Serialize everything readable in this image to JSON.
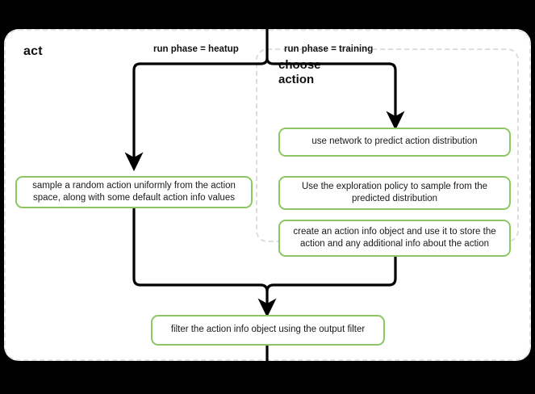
{
  "diagram": {
    "title": "act",
    "subgroup_title": "choose\naction",
    "subgroup_title_line1": "choose",
    "subgroup_title_line2": "action",
    "accent_color": "#8cc665",
    "line_color": "#000000",
    "container_border_color": "#e2e2e2",
    "background_color": "#000000",
    "surface_color": "#ffffff"
  },
  "edges": {
    "heatup_label": "run phase = heatup",
    "training_label": "run phase = training"
  },
  "nodes": {
    "sample_random_action": "sample a random action uniformly from the action space, along with some default action info values",
    "use_network": "use network to predict action distribution",
    "exploration_policy": "Use the exploration policy to sample from the predicted distribution",
    "create_action_info": "create an action info object and use it to store the action and any additional info about the action",
    "filter_action_info": "filter the action info object using the output filter"
  }
}
